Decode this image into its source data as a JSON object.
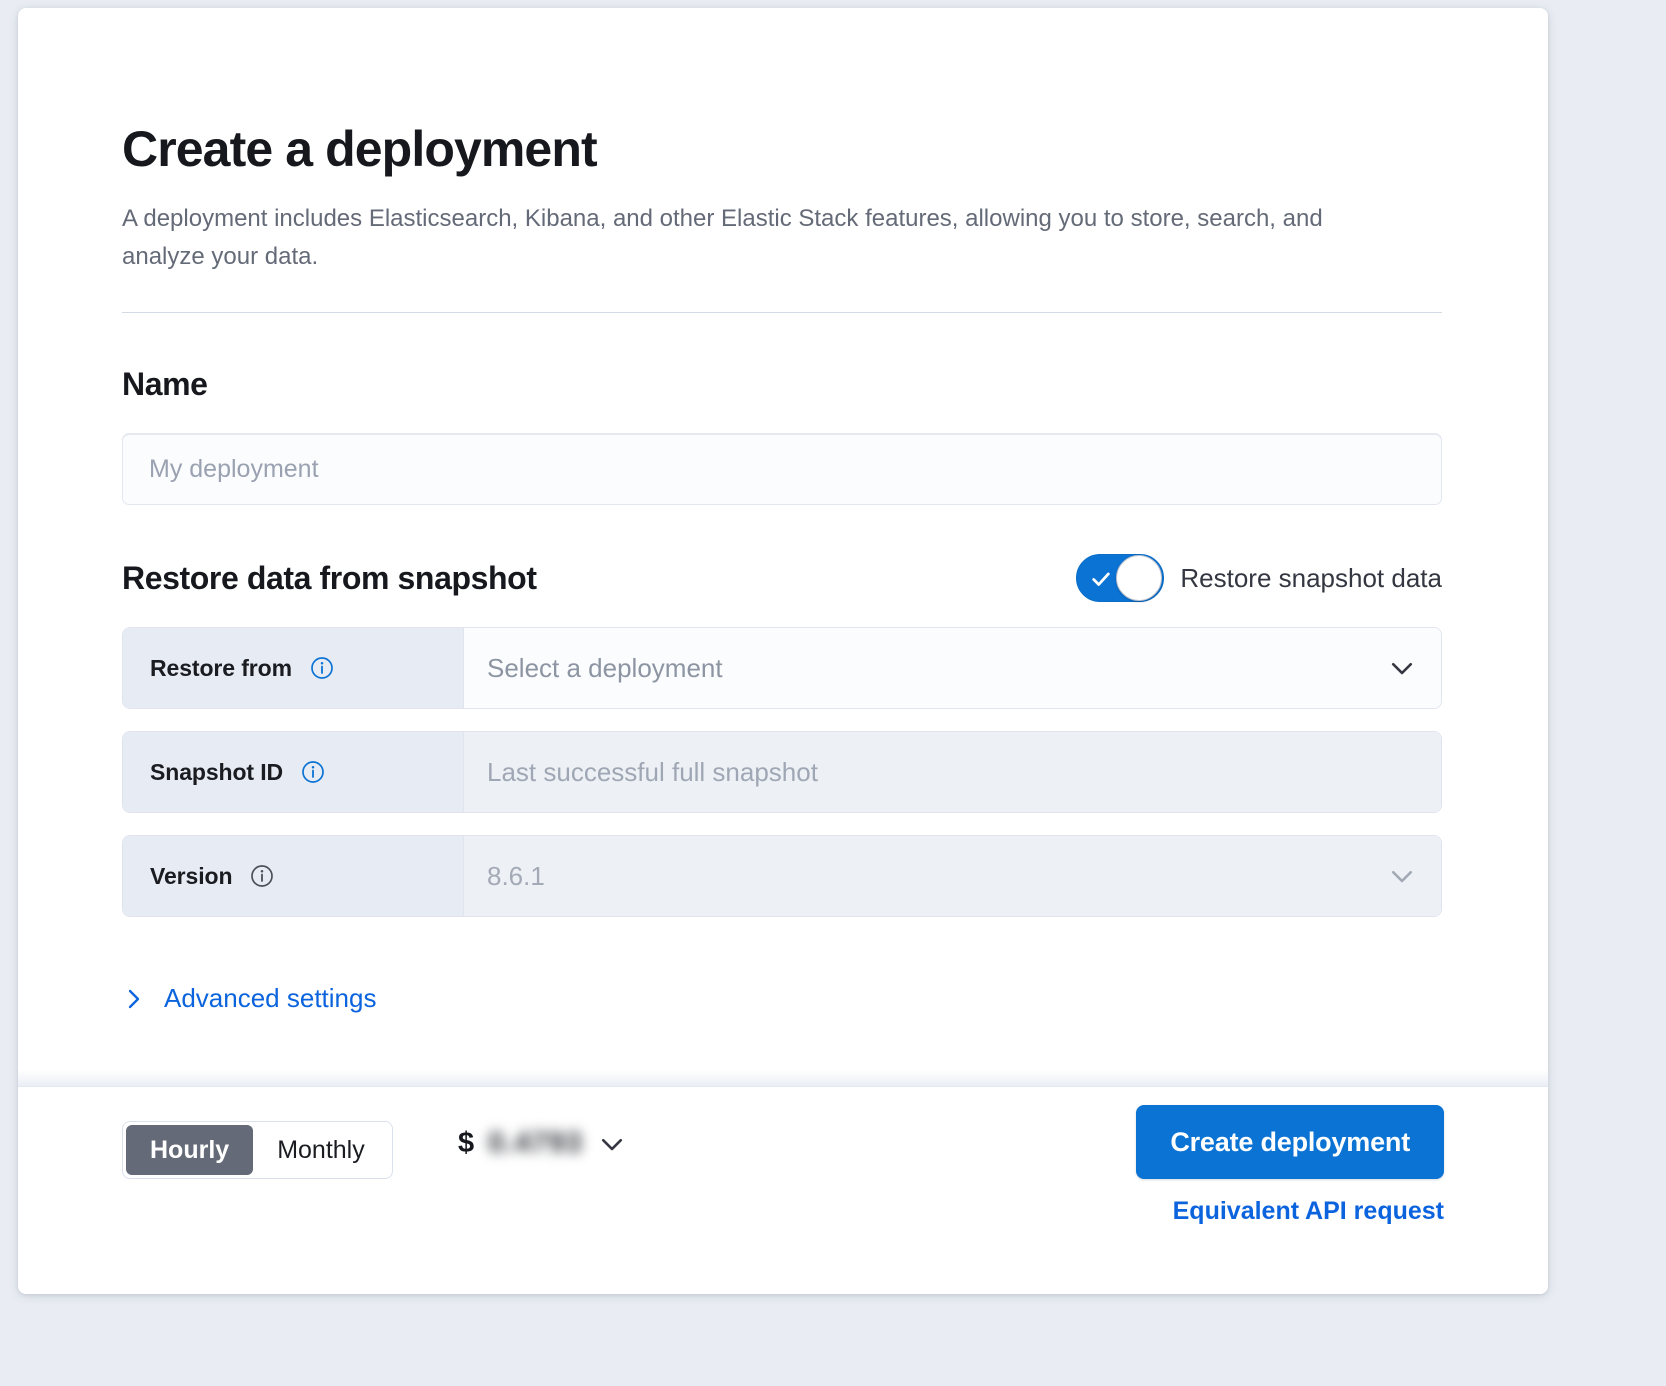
{
  "header": {
    "title": "Create a deployment",
    "description": "A deployment includes Elasticsearch, Kibana, and other Elastic Stack features, allowing you to store, search, and analyze your data."
  },
  "name_section": {
    "title": "Name",
    "input_value": "",
    "input_placeholder": "My deployment"
  },
  "restore_section": {
    "title": "Restore data from snapshot",
    "toggle": {
      "label": "Restore snapshot data",
      "state": "on",
      "icon": "check-icon"
    },
    "rows": [
      {
        "label": "Restore from",
        "info_icon": "info-circle-icon",
        "value": "Select a deployment",
        "is_placeholder": true,
        "disabled": false,
        "control": "dropdown",
        "chevron_icon": "chevron-down-icon"
      },
      {
        "label": "Snapshot ID",
        "info_icon": "info-circle-icon",
        "value": "Last successful full snapshot",
        "is_placeholder": true,
        "disabled": true,
        "control": "text",
        "chevron_icon": ""
      },
      {
        "label": "Version",
        "info_icon": "info-circle-icon",
        "value": "8.6.1",
        "is_placeholder": false,
        "disabled": true,
        "control": "dropdown",
        "chevron_icon": "chevron-down-icon"
      }
    ],
    "advanced_settings": {
      "label": "Advanced settings",
      "icon": "chevron-right-icon"
    }
  },
  "footer": {
    "billing_toggle": {
      "options": [
        "Hourly",
        "Monthly"
      ],
      "selected": "Hourly"
    },
    "price": {
      "currency": "$",
      "amount": "0.4793",
      "obscured": true,
      "chevron_icon": "chevron-down-icon"
    },
    "create_button": "Create deployment",
    "api_link": "Equivalent API request"
  },
  "colors": {
    "accent": "#0b73d4",
    "link": "#0b64dd",
    "toggle_on": "#0b73d4",
    "segment_active": "#646a77",
    "prepend_bg": "#e7ebf3",
    "disabled_field_bg": "#edf1f6",
    "page_bg": "#e9edf3"
  }
}
